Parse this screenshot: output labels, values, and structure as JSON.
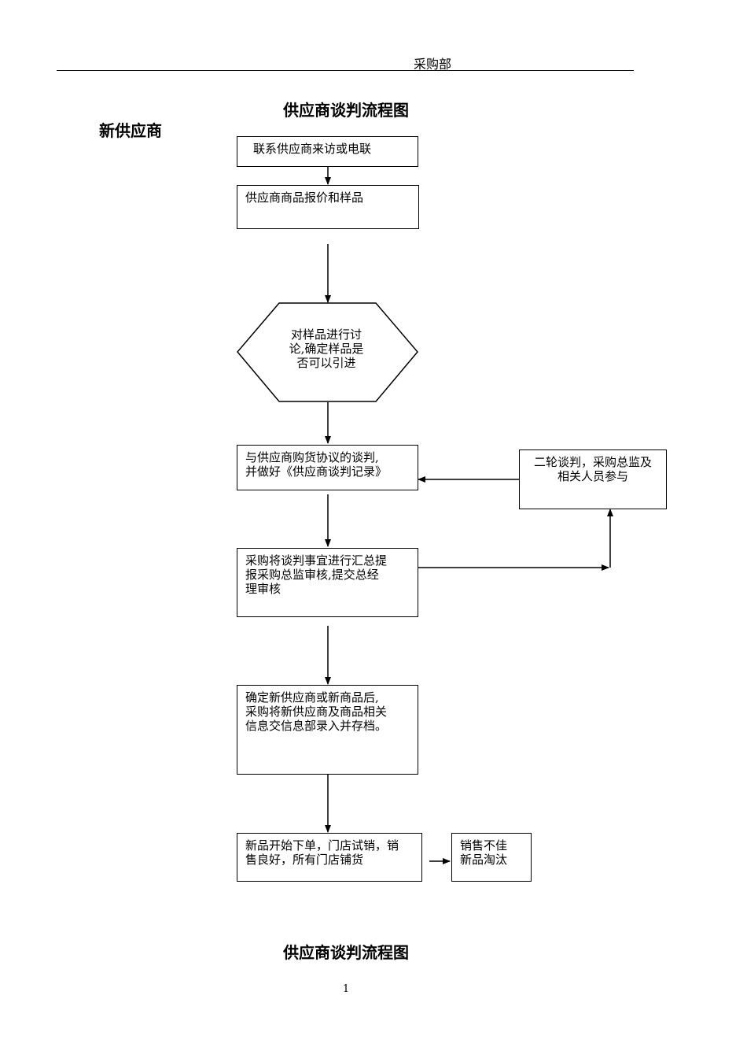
{
  "header": {
    "department": "采购部"
  },
  "titles": {
    "main": "供应商谈判流程图",
    "side": "新供应商",
    "footer": "供应商谈判流程图"
  },
  "steps": {
    "contact": "联系供应商来访或电联",
    "quote": "供应商商品报价和样品",
    "discuss": "对样品进行讨\n论,确定样品是\n否可以引进",
    "negotiate": "与供应商购货协议的谈判,\n并做好《供应商谈判记录》",
    "second_round": "二轮谈判，采购总监及\n相关人员参与",
    "summary": "采购将谈判事宜进行汇总提\n报采购总监审核,提交总经\n理审核",
    "confirm": "确定新供应商或新商品后,\n采购将新供应商及商品相关\n信息交信息部录入并存档。",
    "trial": "新品开始下单，门店试销，销\n售良好，所有门店铺货",
    "eliminate": "销售不佳\n新品淘汰"
  },
  "footer": {
    "page_number": "1"
  }
}
